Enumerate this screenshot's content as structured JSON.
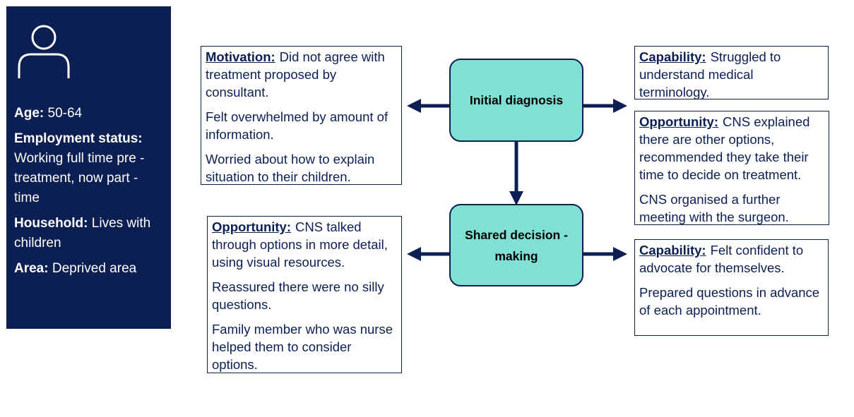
{
  "colors": {
    "navy": "#0b1f52",
    "node_fill": "#7fe0d3",
    "white": "#ffffff"
  },
  "persona": {
    "icon": "person-icon",
    "age_label": "Age:",
    "age_value": "50-64",
    "employment_label": "Employment status:",
    "employment_value": "Working full time pre - treatment, now part - time",
    "household_label": "Household:",
    "household_value": "Lives with children",
    "area_label": "Area:",
    "area_value": "Deprived area"
  },
  "nodes": {
    "initial": "Initial diagnosis",
    "shared": "Shared decision - making"
  },
  "boxes": {
    "motivation": {
      "label": "Motivation:",
      "p1": "Did not agree with treatment proposed by consultant.",
      "p2": "Felt overwhelmed by amount of information.",
      "p3": "Worried about how to explain situation to their children."
    },
    "capability1": {
      "label": "Capability:",
      "p1": "Struggled to understand medical terminology."
    },
    "opportunity1": {
      "label": "Opportunity:",
      "p1": "CNS explained there are other options, recommended they take their time to decide on treatment.",
      "p2": "CNS organised a further meeting with the surgeon."
    },
    "opportunity2": {
      "label": "Opportunity:",
      "p1": "CNS talked through options in more detail, using visual resources.",
      "p2": "Reassured there were no silly questions.",
      "p3": "Family member who was nurse helped them to consider options."
    },
    "capability2": {
      "label": "Capability:",
      "p1": "Felt confident to advocate for themselves.",
      "p2": "Prepared questions in advance of each appointment."
    }
  }
}
